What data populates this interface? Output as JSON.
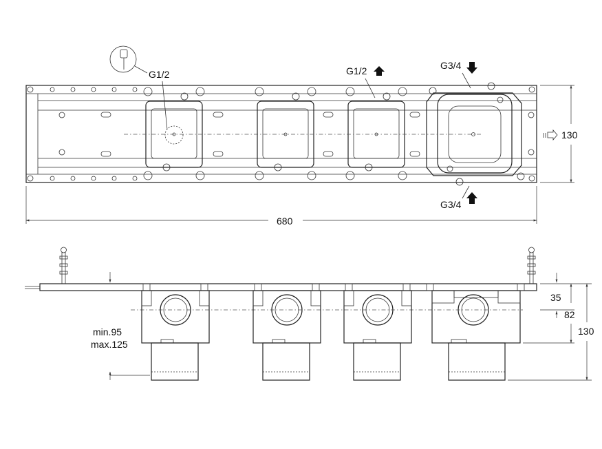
{
  "top_view": {
    "connection_shower": "G1/2",
    "connection_outlet": "G1/2",
    "connection_top": "G3/4",
    "connection_bottom": "G3/4",
    "width": "680",
    "height": "130"
  },
  "side_view": {
    "depth_min": "min.95",
    "depth_max": "max.125",
    "dim_top": "35",
    "dim_mid": "82",
    "dim_total": "130"
  },
  "icons": {
    "shower": "hand-shower-icon",
    "arrow_up": "arrow-up-icon",
    "arrow_down": "arrow-down-icon",
    "flow": "flow-arrow-icon"
  }
}
